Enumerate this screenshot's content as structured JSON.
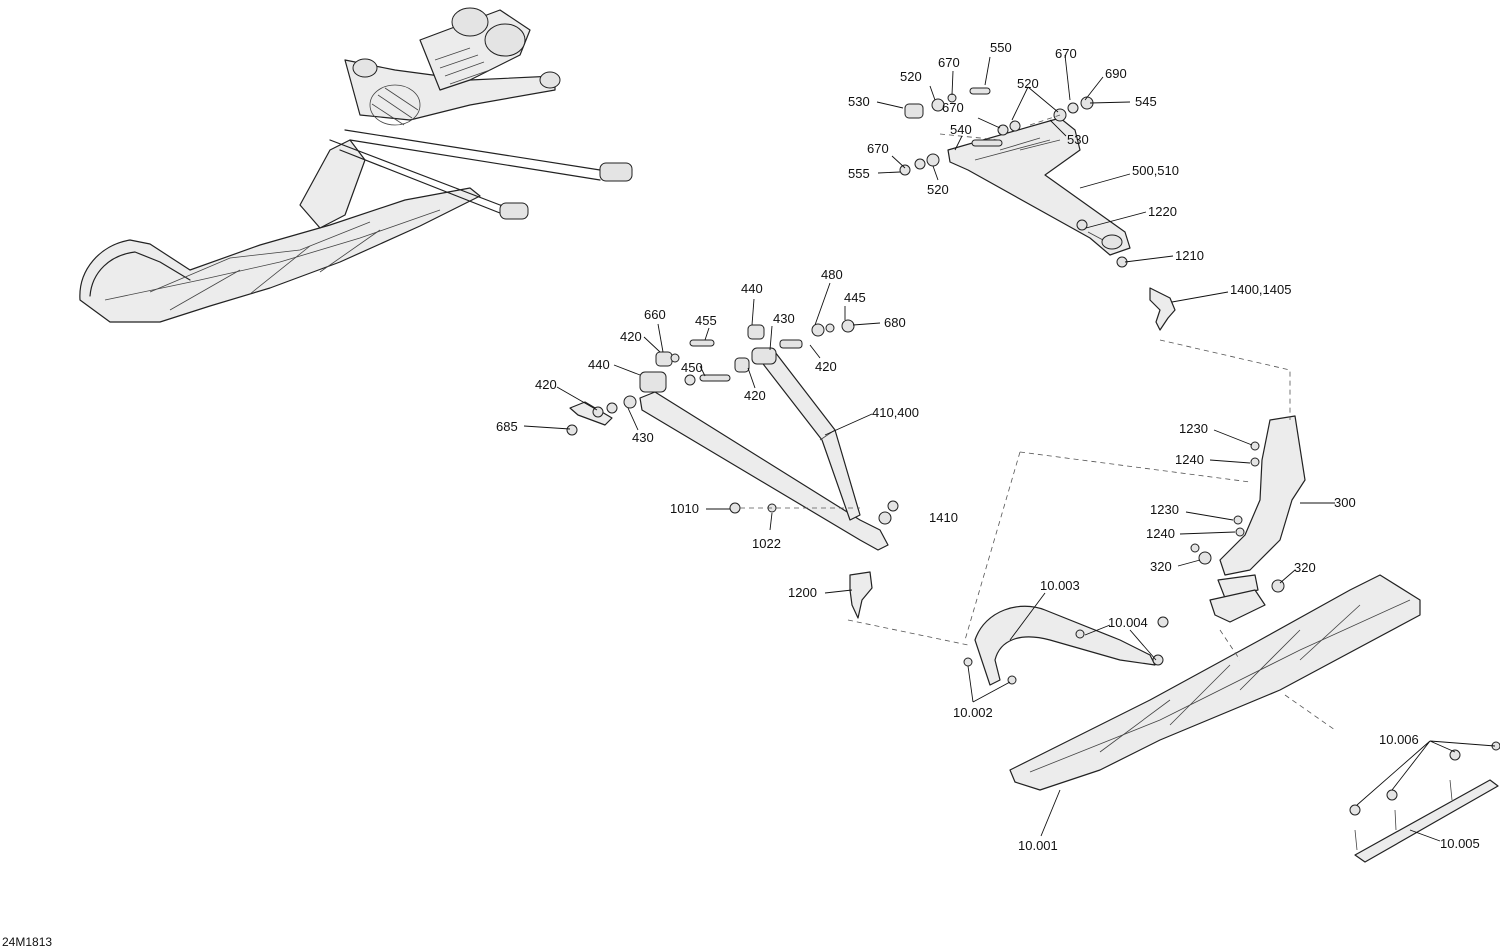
{
  "drawing_id": "24M1813",
  "callouts": [
    {
      "id": "c550",
      "text": "550"
    },
    {
      "id": "c670a",
      "text": "670"
    },
    {
      "id": "c670b",
      "text": "670"
    },
    {
      "id": "c690",
      "text": "690"
    },
    {
      "id": "c520a",
      "text": "520"
    },
    {
      "id": "c520b",
      "text": "520"
    },
    {
      "id": "c530a",
      "text": "530"
    },
    {
      "id": "c545",
      "text": "545"
    },
    {
      "id": "c670c",
      "text": "670"
    },
    {
      "id": "c540",
      "text": "540"
    },
    {
      "id": "c530b",
      "text": "530"
    },
    {
      "id": "c670d",
      "text": "670"
    },
    {
      "id": "c555",
      "text": "555"
    },
    {
      "id": "c520c",
      "text": "520"
    },
    {
      "id": "c500",
      "text": "500,510"
    },
    {
      "id": "c1220",
      "text": "1220"
    },
    {
      "id": "c1210",
      "text": "1210"
    },
    {
      "id": "c1400",
      "text": "1400,1405"
    },
    {
      "id": "c480",
      "text": "480"
    },
    {
      "id": "c440a",
      "text": "440"
    },
    {
      "id": "c445",
      "text": "445"
    },
    {
      "id": "c660",
      "text": "660"
    },
    {
      "id": "c455",
      "text": "455"
    },
    {
      "id": "c430a",
      "text": "430"
    },
    {
      "id": "c680",
      "text": "680"
    },
    {
      "id": "c420a",
      "text": "420"
    },
    {
      "id": "c420b",
      "text": "420"
    },
    {
      "id": "c440b",
      "text": "440"
    },
    {
      "id": "c450",
      "text": "450"
    },
    {
      "id": "c420c",
      "text": "420"
    },
    {
      "id": "c420d",
      "text": "420"
    },
    {
      "id": "c410",
      "text": "410,400"
    },
    {
      "id": "c685",
      "text": "685"
    },
    {
      "id": "c430b",
      "text": "430"
    },
    {
      "id": "c1010",
      "text": "1010"
    },
    {
      "id": "c1410",
      "text": "1410"
    },
    {
      "id": "c1022",
      "text": "1022"
    },
    {
      "id": "c1200",
      "text": "1200"
    },
    {
      "id": "c1230a",
      "text": "1230"
    },
    {
      "id": "c1240a",
      "text": "1240"
    },
    {
      "id": "c300",
      "text": "300"
    },
    {
      "id": "c1230b",
      "text": "1230"
    },
    {
      "id": "c1240b",
      "text": "1240"
    },
    {
      "id": "c320a",
      "text": "320"
    },
    {
      "id": "c320b",
      "text": "320"
    },
    {
      "id": "c10003",
      "text": "10.003"
    },
    {
      "id": "c10004",
      "text": "10.004"
    },
    {
      "id": "c10002",
      "text": "10.002"
    },
    {
      "id": "c10006",
      "text": "10.006"
    },
    {
      "id": "c10001",
      "text": "10.001"
    },
    {
      "id": "c10005",
      "text": "10.005"
    }
  ]
}
